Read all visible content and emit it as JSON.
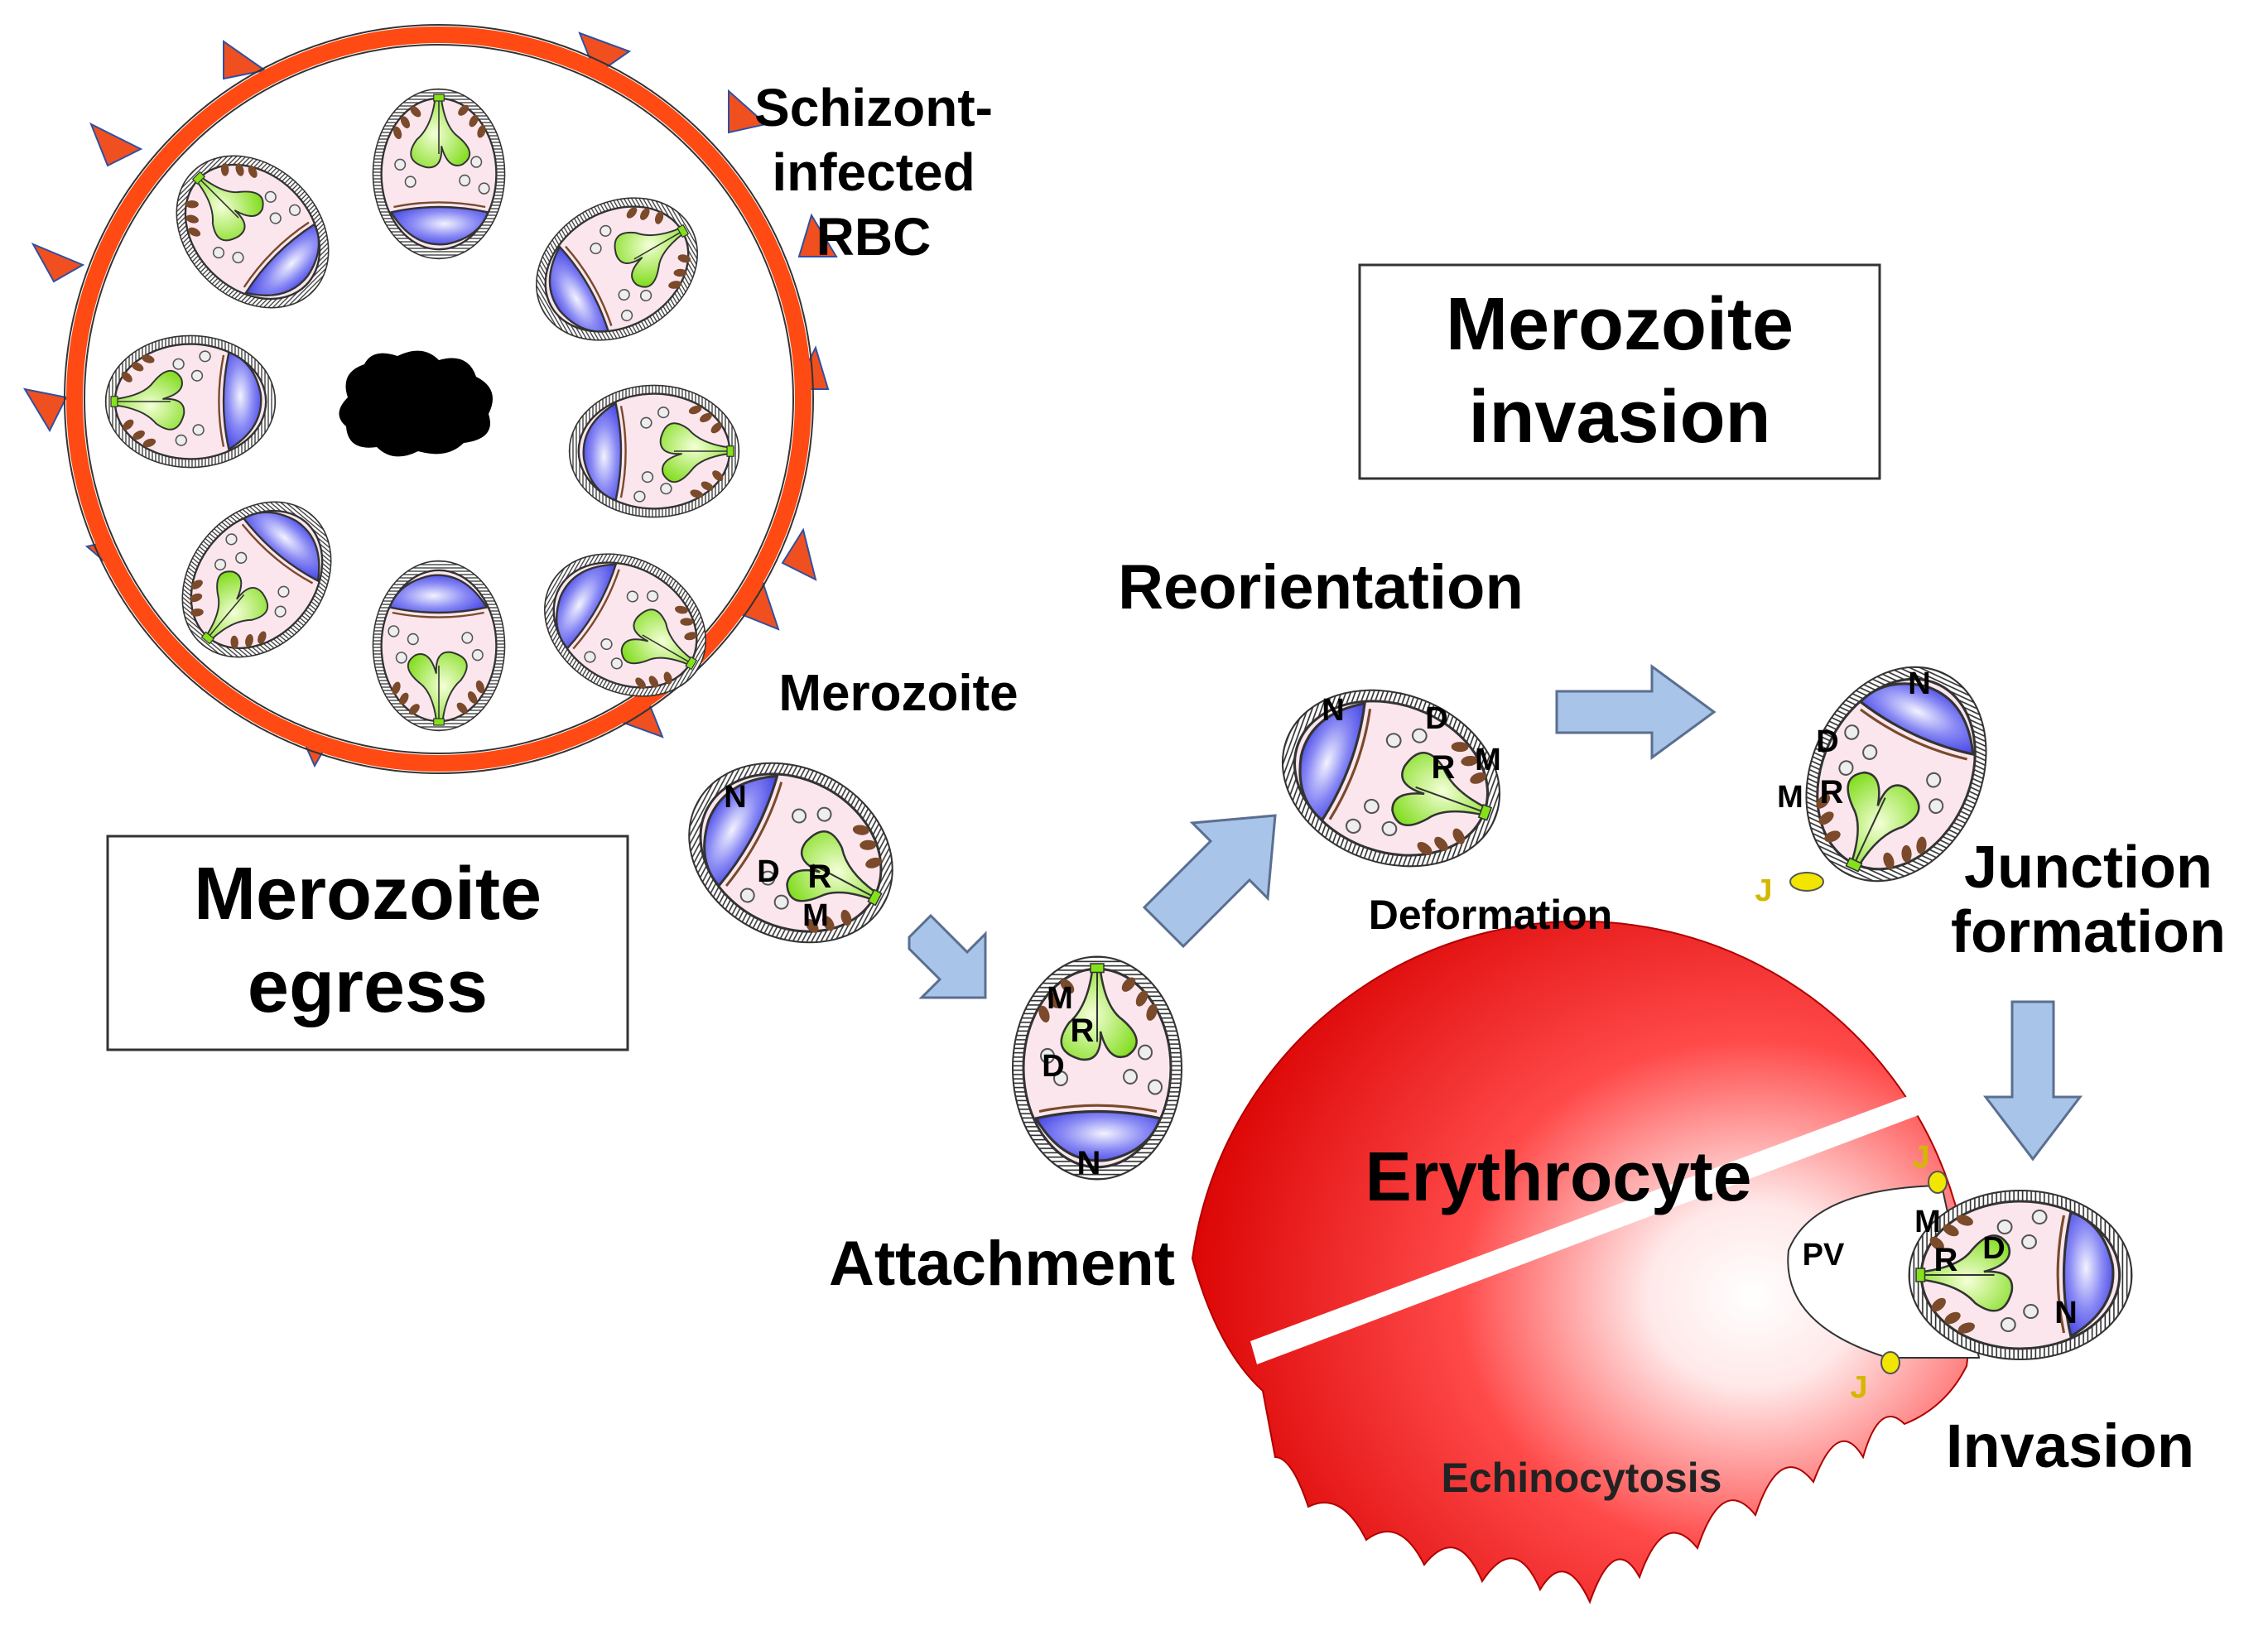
{
  "labels": {
    "schizont": [
      "Schizont-",
      "infected",
      "RBC"
    ],
    "egress_box": [
      "Merozoite",
      "egress"
    ],
    "invasion_box": [
      "Merozoite",
      "invasion"
    ],
    "merozoite": "Merozoite",
    "reorientation": "Reorientation",
    "attachment": "Attachment",
    "deformation": "Deformation",
    "erythrocyte": "Erythrocyte",
    "echinocytosis": "Echinocytosis",
    "junction": [
      "Junction",
      "formation"
    ],
    "invasion": "Invasion"
  },
  "organelles": {
    "nucleus": "N",
    "rhoptry": "R",
    "dense_granule": "D",
    "microneme": "M",
    "junction": "J",
    "vacuole": "PV"
  },
  "colors": {
    "rbc_membrane": "#ff4a14",
    "rbc_knob": "#f05020",
    "rbc_knob_edge": "#3050a0",
    "merozoite_fill": "#fbe6ee",
    "nucleus": "#6f6ff0",
    "rhoptry": "#84e21a",
    "microneme": "#7a4a2a",
    "erythrocyte": "#e8141c",
    "arrow": "#a8c4e8",
    "arrow_edge": "#5a6f90",
    "junction": "#f2e600"
  }
}
